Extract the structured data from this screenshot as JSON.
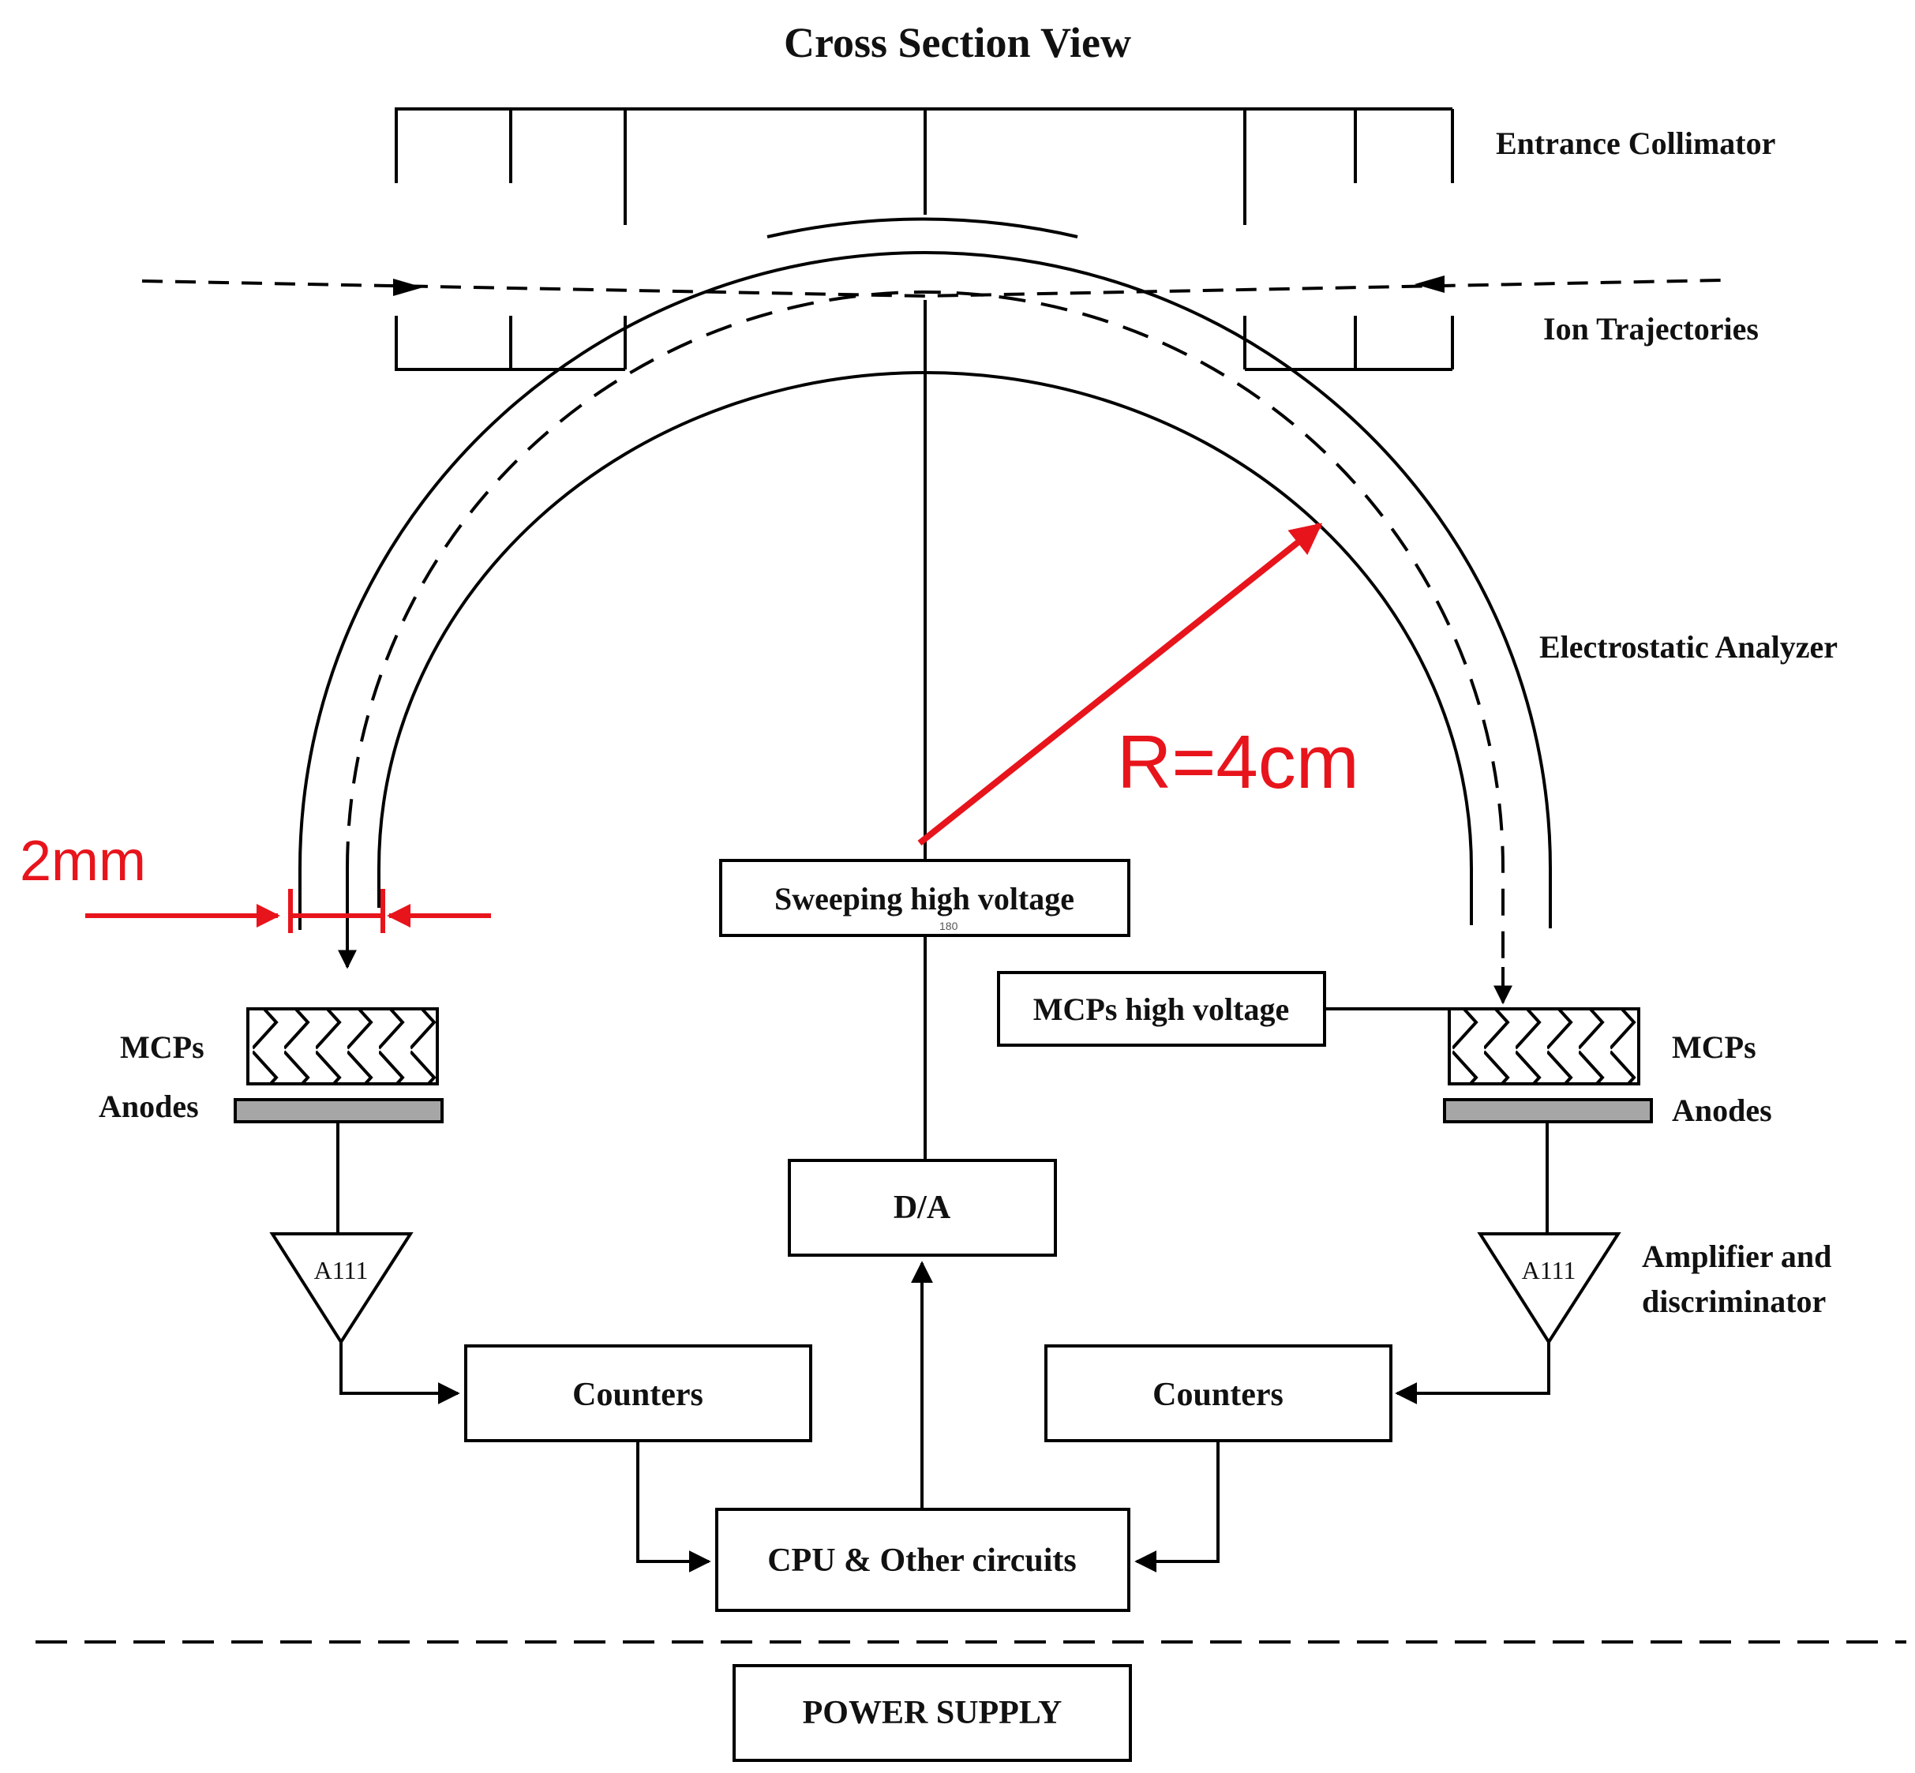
{
  "title": "Cross Section View",
  "labels": {
    "entrance_collimator": "Entrance Collimator",
    "ion_trajectories": "Ion Trajectories",
    "electrostatic_analyzer": "Electrostatic Analyzer",
    "mcps_left": "MCPs",
    "anodes_left": "Anodes",
    "mcps_right": "MCPs",
    "anodes_right": "Anodes",
    "amplifier_line1": "Amplifier and",
    "amplifier_line2": "discriminator",
    "tiny_mark": "180"
  },
  "boxes": {
    "sweeping_hv": "Sweeping high voltage",
    "mcps_hv": "MCPs high voltage",
    "da": "D/A",
    "counters_left": "Counters",
    "counters_right": "Counters",
    "cpu": "CPU & Other circuits",
    "power": "POWER SUPPLY"
  },
  "amplifiers": {
    "left": "A111",
    "right": "A111"
  },
  "annotations": {
    "radius": "R=4cm",
    "gap": "2mm"
  },
  "colors": {
    "annotation": "#e8141c",
    "ink": "#000000",
    "anode_fill": "#a6a6a6"
  }
}
